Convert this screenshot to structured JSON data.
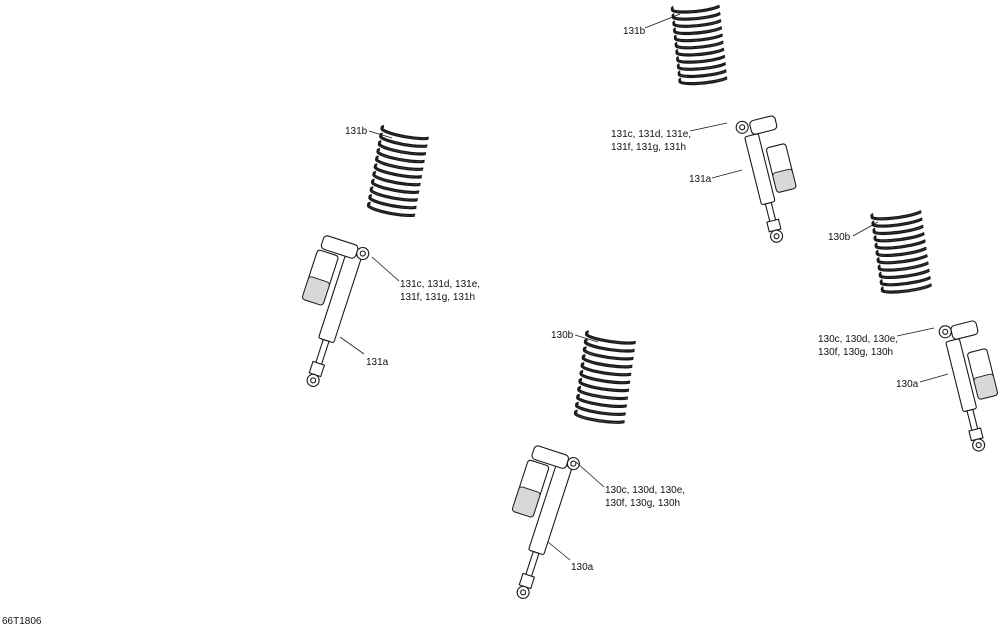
{
  "diagram_id": "66T1806",
  "labels": {
    "spring_top": "131b",
    "spring_left": "131b",
    "spring_right": "130b",
    "spring_center": "130b",
    "hw_top_line1": "131c, 131d, 131e,",
    "hw_top_line2": "131f, 131g, 131h",
    "hw_left_line1": "131c, 131d, 131e,",
    "hw_left_line2": "131f, 131g, 131h",
    "hw_right_line1": "130c, 130d, 130e,",
    "hw_right_line2": "130f, 130g, 130h",
    "hw_center_line1": "130c, 130d, 130e,",
    "hw_center_line2": "130f, 130g, 130h",
    "shock_top": "131a",
    "shock_left": "131a",
    "shock_right": "130a",
    "shock_center": "130a"
  }
}
